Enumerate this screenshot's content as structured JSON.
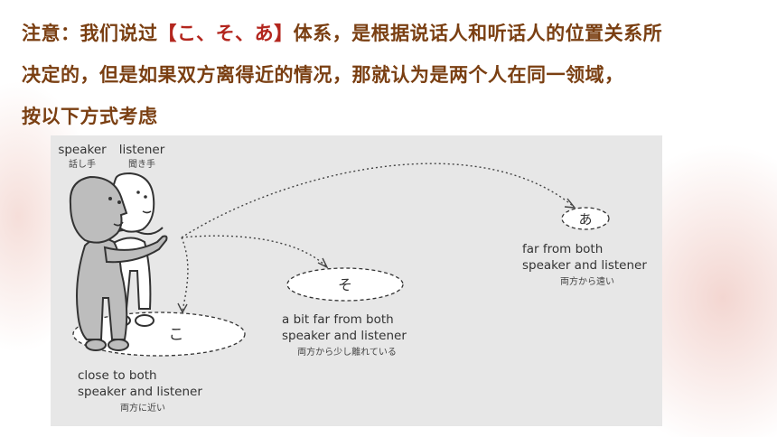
{
  "note": {
    "prefix": "注意：我们说过",
    "highlight": "【こ、そ、あ】",
    "suffix_line1": "体系，是根据说话人和听话人的位置关系所",
    "line2": "决定的，但是如果双方离得近的情况，那就认为是两个人在同一领域，",
    "line3": "按以下方式考虑"
  },
  "figure": {
    "speaker": {
      "en": "speaker",
      "jp": "話し手"
    },
    "listener": {
      "en": "listener",
      "jp": "聞き手"
    },
    "zones": [
      {
        "kana": "こ",
        "desc_line1": "close to both",
        "desc_line2": "speaker and listener",
        "jp": "両方に近い"
      },
      {
        "kana": "そ",
        "desc_line1": "a bit far from both",
        "desc_line2": "speaker and listener",
        "jp": "両方から少し離れている"
      },
      {
        "kana": "あ",
        "desc_line1": "far from both",
        "desc_line2": "speaker and listener",
        "jp": "両方から遠い"
      }
    ]
  },
  "colors": {
    "note_text": "#7a3f12",
    "note_highlight": "#b3261e",
    "figure_bg": "#e7e7e7",
    "figure_outline": "#333333"
  }
}
